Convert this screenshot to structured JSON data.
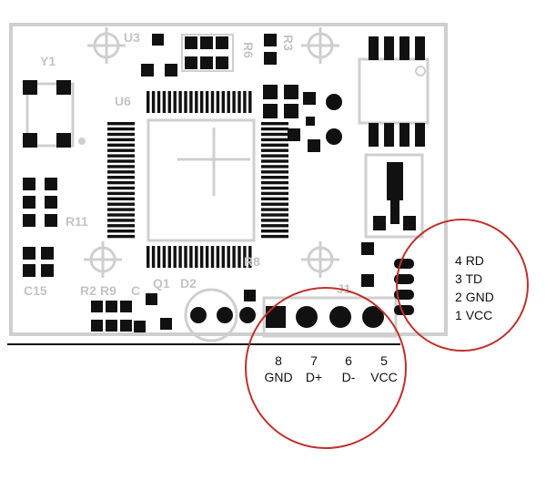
{
  "board": {
    "silkscreen": {
      "y1": "Y1",
      "u3": "U3",
      "r6": "R6",
      "r3": "R3",
      "u6": "U6",
      "r11": "R11",
      "c15": "C15",
      "r2": "R2",
      "r9": "R9",
      "c": "C",
      "q1": "Q1",
      "d2": "D2",
      "r8": "R8",
      "j1": "J1"
    }
  },
  "connector_right": {
    "pins": [
      {
        "num": "4",
        "name": "RD"
      },
      {
        "num": "3",
        "name": "TD"
      },
      {
        "num": "2",
        "name": "GND"
      },
      {
        "num": "1",
        "name": "VCC"
      }
    ]
  },
  "connector_bottom": {
    "pins": [
      {
        "num": "8",
        "name": "GND"
      },
      {
        "num": "7",
        "name": "D+"
      },
      {
        "num": "6",
        "name": "D-"
      },
      {
        "num": "5",
        "name": "VCC"
      }
    ]
  },
  "colors": {
    "outline": "#cfcfcf",
    "board": "#ffffff",
    "pad": "#111111",
    "silk": "#cfcfcf",
    "callout": "#c0302b"
  }
}
